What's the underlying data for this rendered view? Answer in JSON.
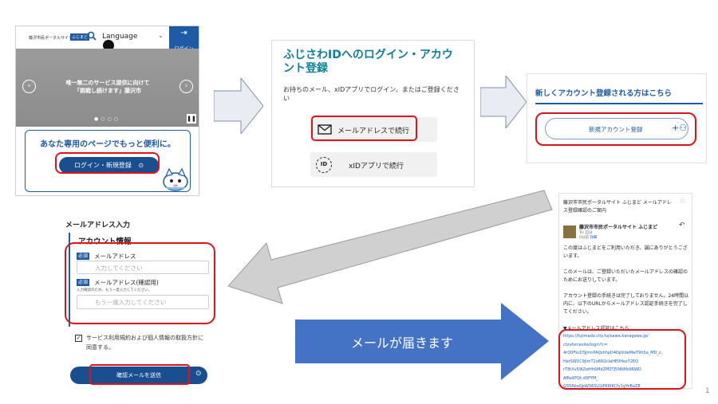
{
  "panel1": {
    "logo_text": "藤沢市民ポータルサイト",
    "logo_badge": "ふじまど",
    "language_label": "Language",
    "login_label": "ログイン",
    "banner_line1": "唯一無二のサービス提供に向けて",
    "banner_line2": "「挑戦し続けます」藤沢市",
    "promo_text": "あなた専用のページでもっと便利に。",
    "login_button_label": "ログイン・新規登録"
  },
  "panel2": {
    "title": "ふじさわIDへのログイン・アカウント登録",
    "subtitle": "お持ちのメール、xIDアプリでログイン、またはご登録ください",
    "email_button_label": "メールアドレスで続行",
    "xid_button_label": "xIDアプリで続行",
    "xid_icon_label": "ID"
  },
  "panel3": {
    "heading": "新しくアカウント登録される方はこちら",
    "register_button_label": "新規アカウント登録"
  },
  "panel4": {
    "section_title": "メールアドレス入力",
    "card_title": "アカウント情報",
    "required_badge": "必須",
    "email_label": "メールアドレス",
    "email_placeholder": "入力してください",
    "email_confirm_label": "メールアドレス(確認用)",
    "email_confirm_hint": "入力確認のため、もう一度入力してください。",
    "email_confirm_placeholder": "もう一度入力してください",
    "agree_text": "サービス利用規約および個人情報の取扱方針に同意する。",
    "send_button_label": "確認メールを送信"
  },
  "panel5": {
    "subject": "藤沢市市民ポータルサイト ふじまど メールアドレス登録確認のご案内",
    "sender": "藤沢市市民ポータルサイト ふじまど",
    "to_line": "To: 自分",
    "time_line": "0分前",
    "detail_label": "詳細",
    "para1": "この度はふじまどをご利用いただき、誠にありがとうございます。",
    "para2": "このメールは、ご登録いただいたメールアドレスの確認のためにお送りしています。",
    "para3": "アカウント登録の手続きは完了しておりません。24時間以内に、以下のURLからメールアドレス認証手続きを完了してください。",
    "link_heading": "▼メールアドレス認証はこちら",
    "url_lines": [
      "https://fujimado.city.fujisawa.kanagawa.jp/",
      "ctzvforcesite/login?c=",
      "4rQ0FkcDSJmnPAtJshhpD4DpVdeMwT9hSa_MD_z.",
      "HetSW1C9JimT2o6N1claHE0Hoz72EQ",
      "rT8tXv59IZwHhSMdZM0TJ5NNMz9RWD",
      "AfKe6FQt.d0PYM_",
      "GS5RbxQpW365LGiPKWKCfy1gYoBaZ8"
    ]
  },
  "arrow_caption": "メールが届きます",
  "page_number": "1",
  "colors": {
    "accent_red": "#e0121b",
    "brand_blue": "#1f5aa5",
    "navy_button": "#1a4f8f",
    "arrow_blue": "#4472c4",
    "arrow_gray": "#a6a6a6",
    "title_teal": "#0e7f96"
  }
}
